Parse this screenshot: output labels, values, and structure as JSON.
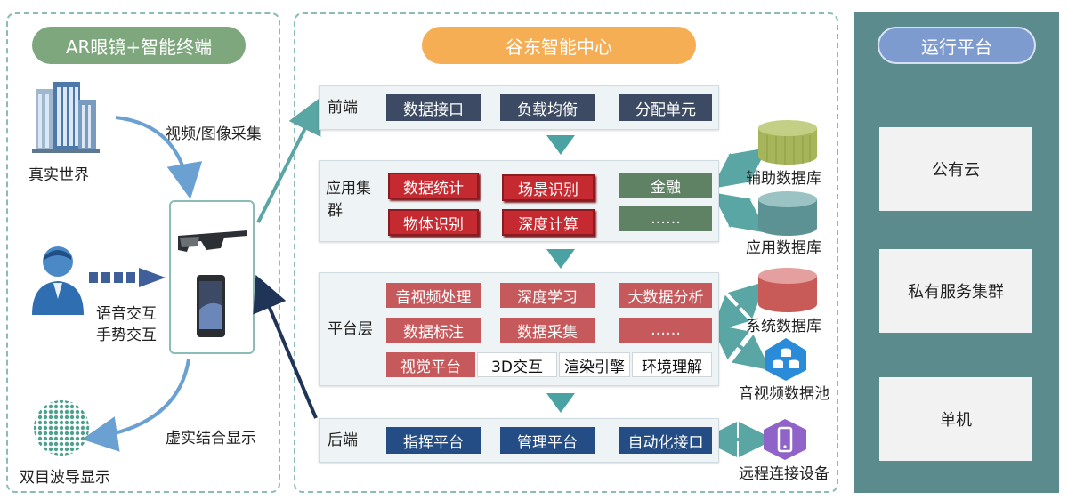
{
  "left_panel": {
    "title": "AR眼镜+智能终端",
    "real_world": "真实世界",
    "capture_label": "视频/图像采集",
    "interaction_voice": "语音交互",
    "interaction_gesture": "手势交互",
    "display_label": "虚实结合显示",
    "waveguide": "双目波导显示"
  },
  "center_panel": {
    "title": "谷东智能中心",
    "front": {
      "label": "前端",
      "items": [
        "数据接口",
        "负载均衡",
        "分配单元"
      ]
    },
    "app_cluster": {
      "label_line1": "应用集",
      "label_line2": "群",
      "red_items": [
        "数据统计",
        "场景识别",
        "物体识别",
        "深度计算"
      ],
      "green_items": [
        "金融",
        "……"
      ]
    },
    "platform": {
      "label": "平台层",
      "rose_items": [
        "音视频处理",
        "深度学习",
        "大数据分析",
        "数据标注",
        "数据采集",
        "……",
        "视觉平台"
      ],
      "white_items": [
        "3D交互",
        "渲染引擎",
        "环境理解"
      ]
    },
    "back": {
      "label": "后端",
      "items": [
        "指挥平台",
        "管理平台",
        "自动化接口"
      ]
    }
  },
  "side_dbs": {
    "aux": "辅助数据库",
    "app": "应用数据库",
    "sys": "系统数据库",
    "av_pool": "音视频数据池",
    "remote": "远程连接设备"
  },
  "right_panel": {
    "title": "运行平台",
    "items": [
      "公有云",
      "私有服务集群",
      "单机"
    ]
  },
  "colors": {
    "panel_border": "#8bbcb8",
    "left_pill": "#7fa77d",
    "center_pill": "#f6ae55",
    "right_pill": "#7e9bd0",
    "right_bg": "#5b8b8d"
  }
}
